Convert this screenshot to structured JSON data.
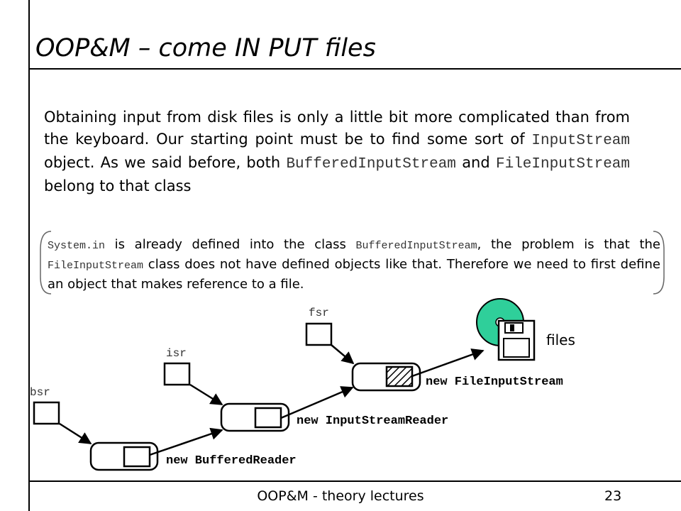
{
  "slide": {
    "title": "OOP&M – come IN PUT files",
    "intro": {
      "t1": "Obtaining input from disk files is only a little bit more complicated than from the keyboard. Our starting point must be to find some sort of ",
      "c1": "InputStream",
      "t2": " object. As we said before, both ",
      "c2": "BufferedInputStream",
      "t3": " and ",
      "c3": "FileInputStream",
      "t4": " belong to that class"
    },
    "note": {
      "c1": "System.in",
      "t1": " is already defined into the class ",
      "c2": "BufferedInputStream",
      "t2": ", the problem is that the ",
      "c3": "FileInputStream",
      "t3": " class does not have defined objects like that. Therefore we need to first define an object that makes reference to a file."
    },
    "diagram": {
      "refs": {
        "bsr": "bsr",
        "isr": "isr",
        "fsr": "fsr"
      },
      "objects": {
        "buffered": "new BufferedReader",
        "reader": "new InputStreamReader",
        "file": "new FileInputStream"
      },
      "files_label": "files",
      "icon": "disk-and-floppy-icon"
    },
    "footer": "OOP&M - theory lectures",
    "page_number": "23"
  }
}
